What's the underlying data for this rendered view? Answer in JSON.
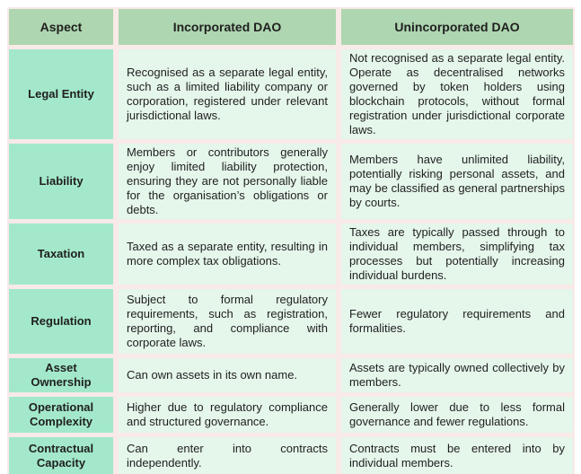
{
  "table": {
    "columns": [
      "Aspect",
      "Incorporated DAO",
      "Unincorporated DAO"
    ],
    "rows": [
      {
        "aspect": "Legal Entity",
        "incorporated": "Recognised as a separate legal entity, such as a limited liability company or corporation, registered under relevant jurisdictional laws.",
        "unincorporated": "Not recognised as a separate legal entity. Operate as decentralised networks governed by token holders using blockchain protocols, without formal registration under jurisdictional corporate laws."
      },
      {
        "aspect": "Liability",
        "incorporated": "Members or contributors generally enjoy limited liability protection, ensuring they are not personally liable for the organisation’s obligations or debts.",
        "unincorporated": "Members have unlimited liability, potentially risking personal assets, and may be classified as general partnerships by courts."
      },
      {
        "aspect": "Taxation",
        "incorporated": "Taxed as a separate entity, resulting in more complex tax obligations.",
        "unincorporated": "Taxes are typically passed through to individual members, simplifying tax processes but potentially increasing individual burdens."
      },
      {
        "aspect": "Regulation",
        "incorporated": "Subject to formal regulatory requirements, such as registration, reporting, and compliance with corporate laws.",
        "unincorporated": "Fewer regulatory requirements and formalities."
      },
      {
        "aspect": "Asset Ownership",
        "incorporated": "Can own assets in its own name.",
        "unincorporated": "Assets are typically owned collectively by members."
      },
      {
        "aspect": "Operational Complexity",
        "incorporated": "Higher due to regulatory compliance and structured governance.",
        "unincorporated": "Generally lower due to less formal governance and fewer regulations."
      },
      {
        "aspect": "Contractual Capacity",
        "incorporated": "Can enter into contracts independently.",
        "unincorporated": "Contracts must be entered into by individual members."
      }
    ]
  },
  "colors": {
    "header-bg": "#aed6b0",
    "aspect-bg": "#a3e8ca",
    "content-bg": "#e5f6eb",
    "grid-line": "#f8eae7",
    "text": "#1f1f1f"
  }
}
